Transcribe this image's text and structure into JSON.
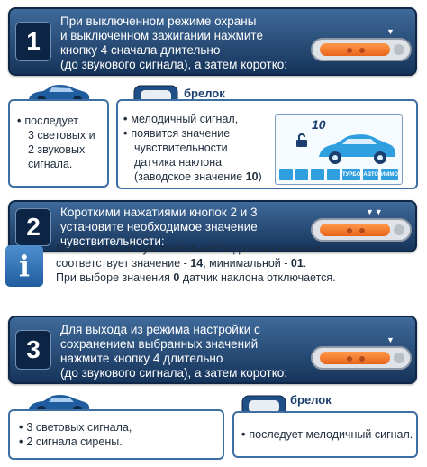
{
  "steps": [
    {
      "number": "1",
      "lines": [
        "При выключенном режиме охраны",
        "и выключенном зажигании нажмите",
        "кнопку 4 сначала длительно",
        "(до звукового сигнала), а затем коротко:"
      ]
    },
    {
      "number": "2",
      "lines": [
        "Короткими нажатиями кнопок 2 и 3",
        "установите необходимое значение",
        "чувствительности:"
      ]
    },
    {
      "number": "3",
      "lines": [
        "Для выхода из режима настройки с",
        "сохранением выбранных значений",
        "нажмите кнопку 4 длительно",
        "(до звукового сигнала), а затем коротко:"
      ]
    }
  ],
  "result1": {
    "car": [
      "последует",
      "3 световых и",
      "2 звуковых",
      "сигнала."
    ],
    "fob_label": "брелок",
    "fob": [
      "мелодичный сигнал,",
      "появится значение",
      "чувствительности",
      "датчика наклона",
      "(заводское значение ",
      "10",
      ")"
    ]
  },
  "lcd": {
    "value": "10",
    "icons": [
      "",
      "",
      "",
      "",
      "ТУРБО",
      "АВТО",
      "ИММО"
    ]
  },
  "info": {
    "icon_letter": "i",
    "line1": "Максимальной чувствительности датчика наклона",
    "line2_a": "соответствует значение - ",
    "line2_b": "14",
    "line2_c": ", минимальной - ",
    "line2_d": "01",
    "line2_e": ".",
    "line3_a": "При выборе значения ",
    "line3_b": "0",
    "line3_c": " датчик наклона отключается."
  },
  "result3": {
    "car": [
      "3 световых сигнала,",
      "2 сигнала сирены."
    ],
    "fob_label": "брелок",
    "fob": [
      "последует мелодичный сигнал."
    ]
  },
  "colors": {
    "panel_dark": "#16345a",
    "panel_light": "#3f6a9a",
    "accent_orange": "#e8641c",
    "lcd_blue": "#2f9fe0"
  }
}
